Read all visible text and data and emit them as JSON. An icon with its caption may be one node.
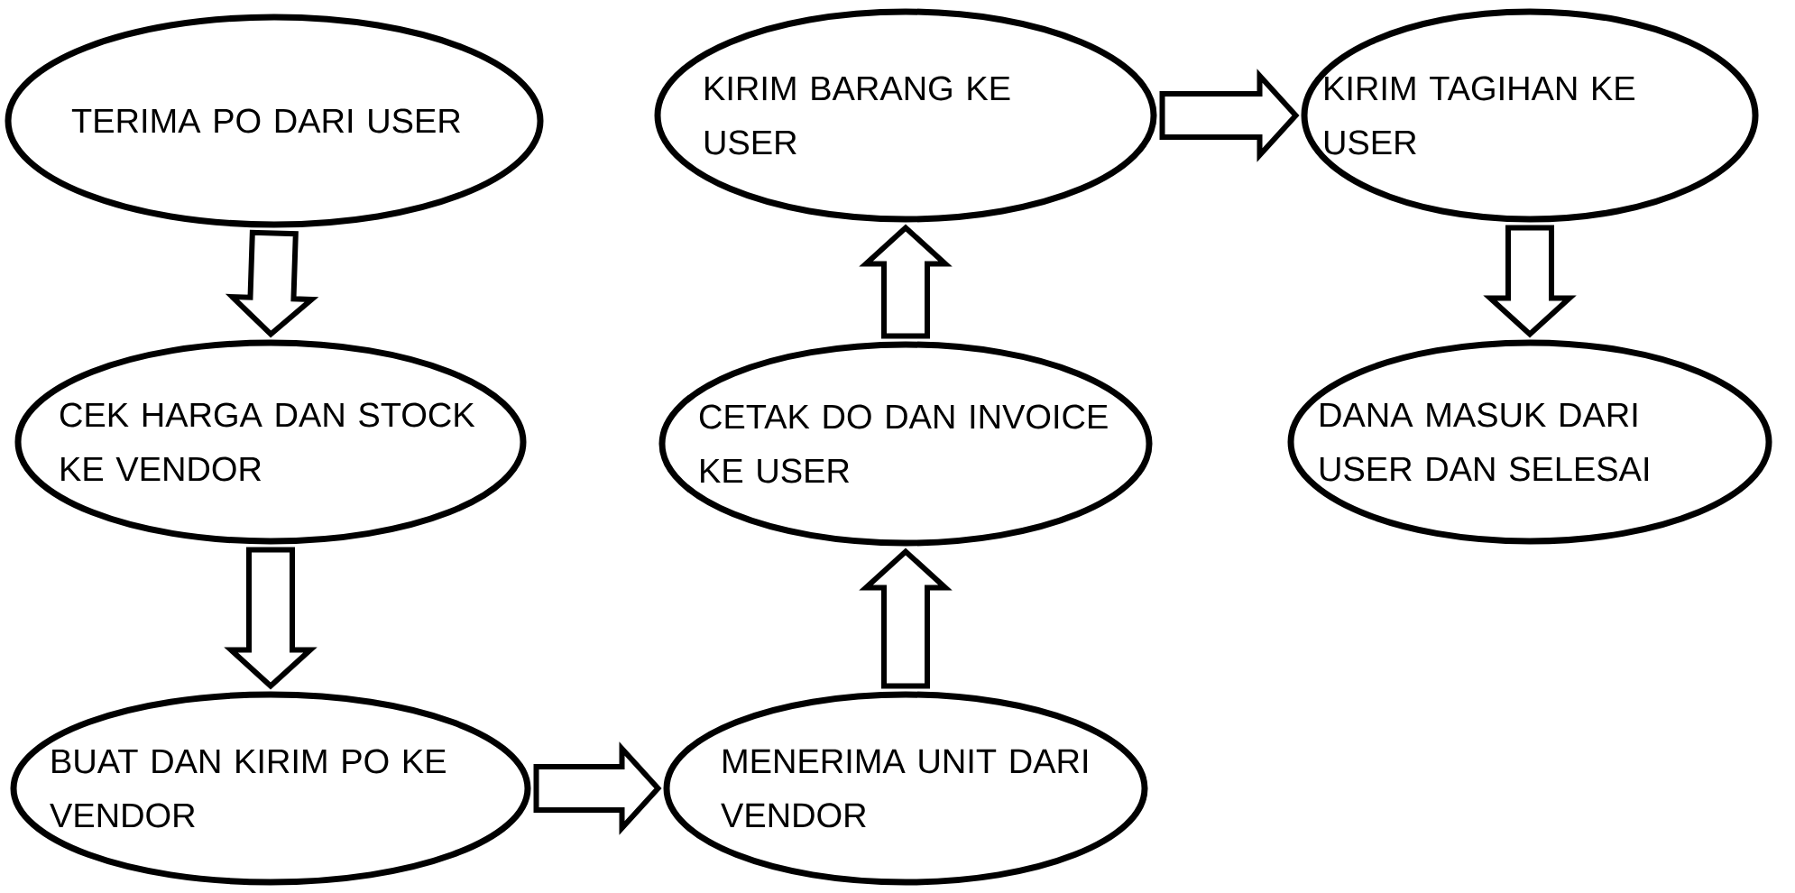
{
  "diagram": {
    "nodes": [
      {
        "text": [
          "TERIMA PO DARI USER"
        ]
      },
      {
        "text": [
          "CEK HARGA DAN STOCK KE VENDOR"
        ]
      },
      {
        "text": [
          "BUAT DAN KIRIM PO KE VENDOR"
        ]
      },
      {
        "text": [
          "KIRIM BARANG KE USER"
        ]
      },
      {
        "text": [
          "CETAK DO DAN INVOICE KE USER"
        ]
      },
      {
        "text": [
          "MENERIMA UNIT DARI VENDOR"
        ]
      },
      {
        "text": [
          "KIRIM TAGIHAN KE USER"
        ]
      },
      {
        "text": [
          "DANA MASUK DARI USER DAN SELESAI"
        ]
      }
    ],
    "edges": [
      {
        "from": 0,
        "to": 1,
        "arrow": "to"
      },
      {
        "from": 1,
        "to": 2,
        "arrow": "to"
      },
      {
        "from": 2,
        "to": 5,
        "arrow": "to"
      },
      {
        "from": 5,
        "to": 4,
        "arrow": "to"
      },
      {
        "from": 4,
        "to": 3,
        "arrow": "to"
      },
      {
        "from": 3,
        "to": 6,
        "arrow": "to"
      },
      {
        "from": 6,
        "to": 7,
        "arrow": "to"
      }
    ]
  }
}
